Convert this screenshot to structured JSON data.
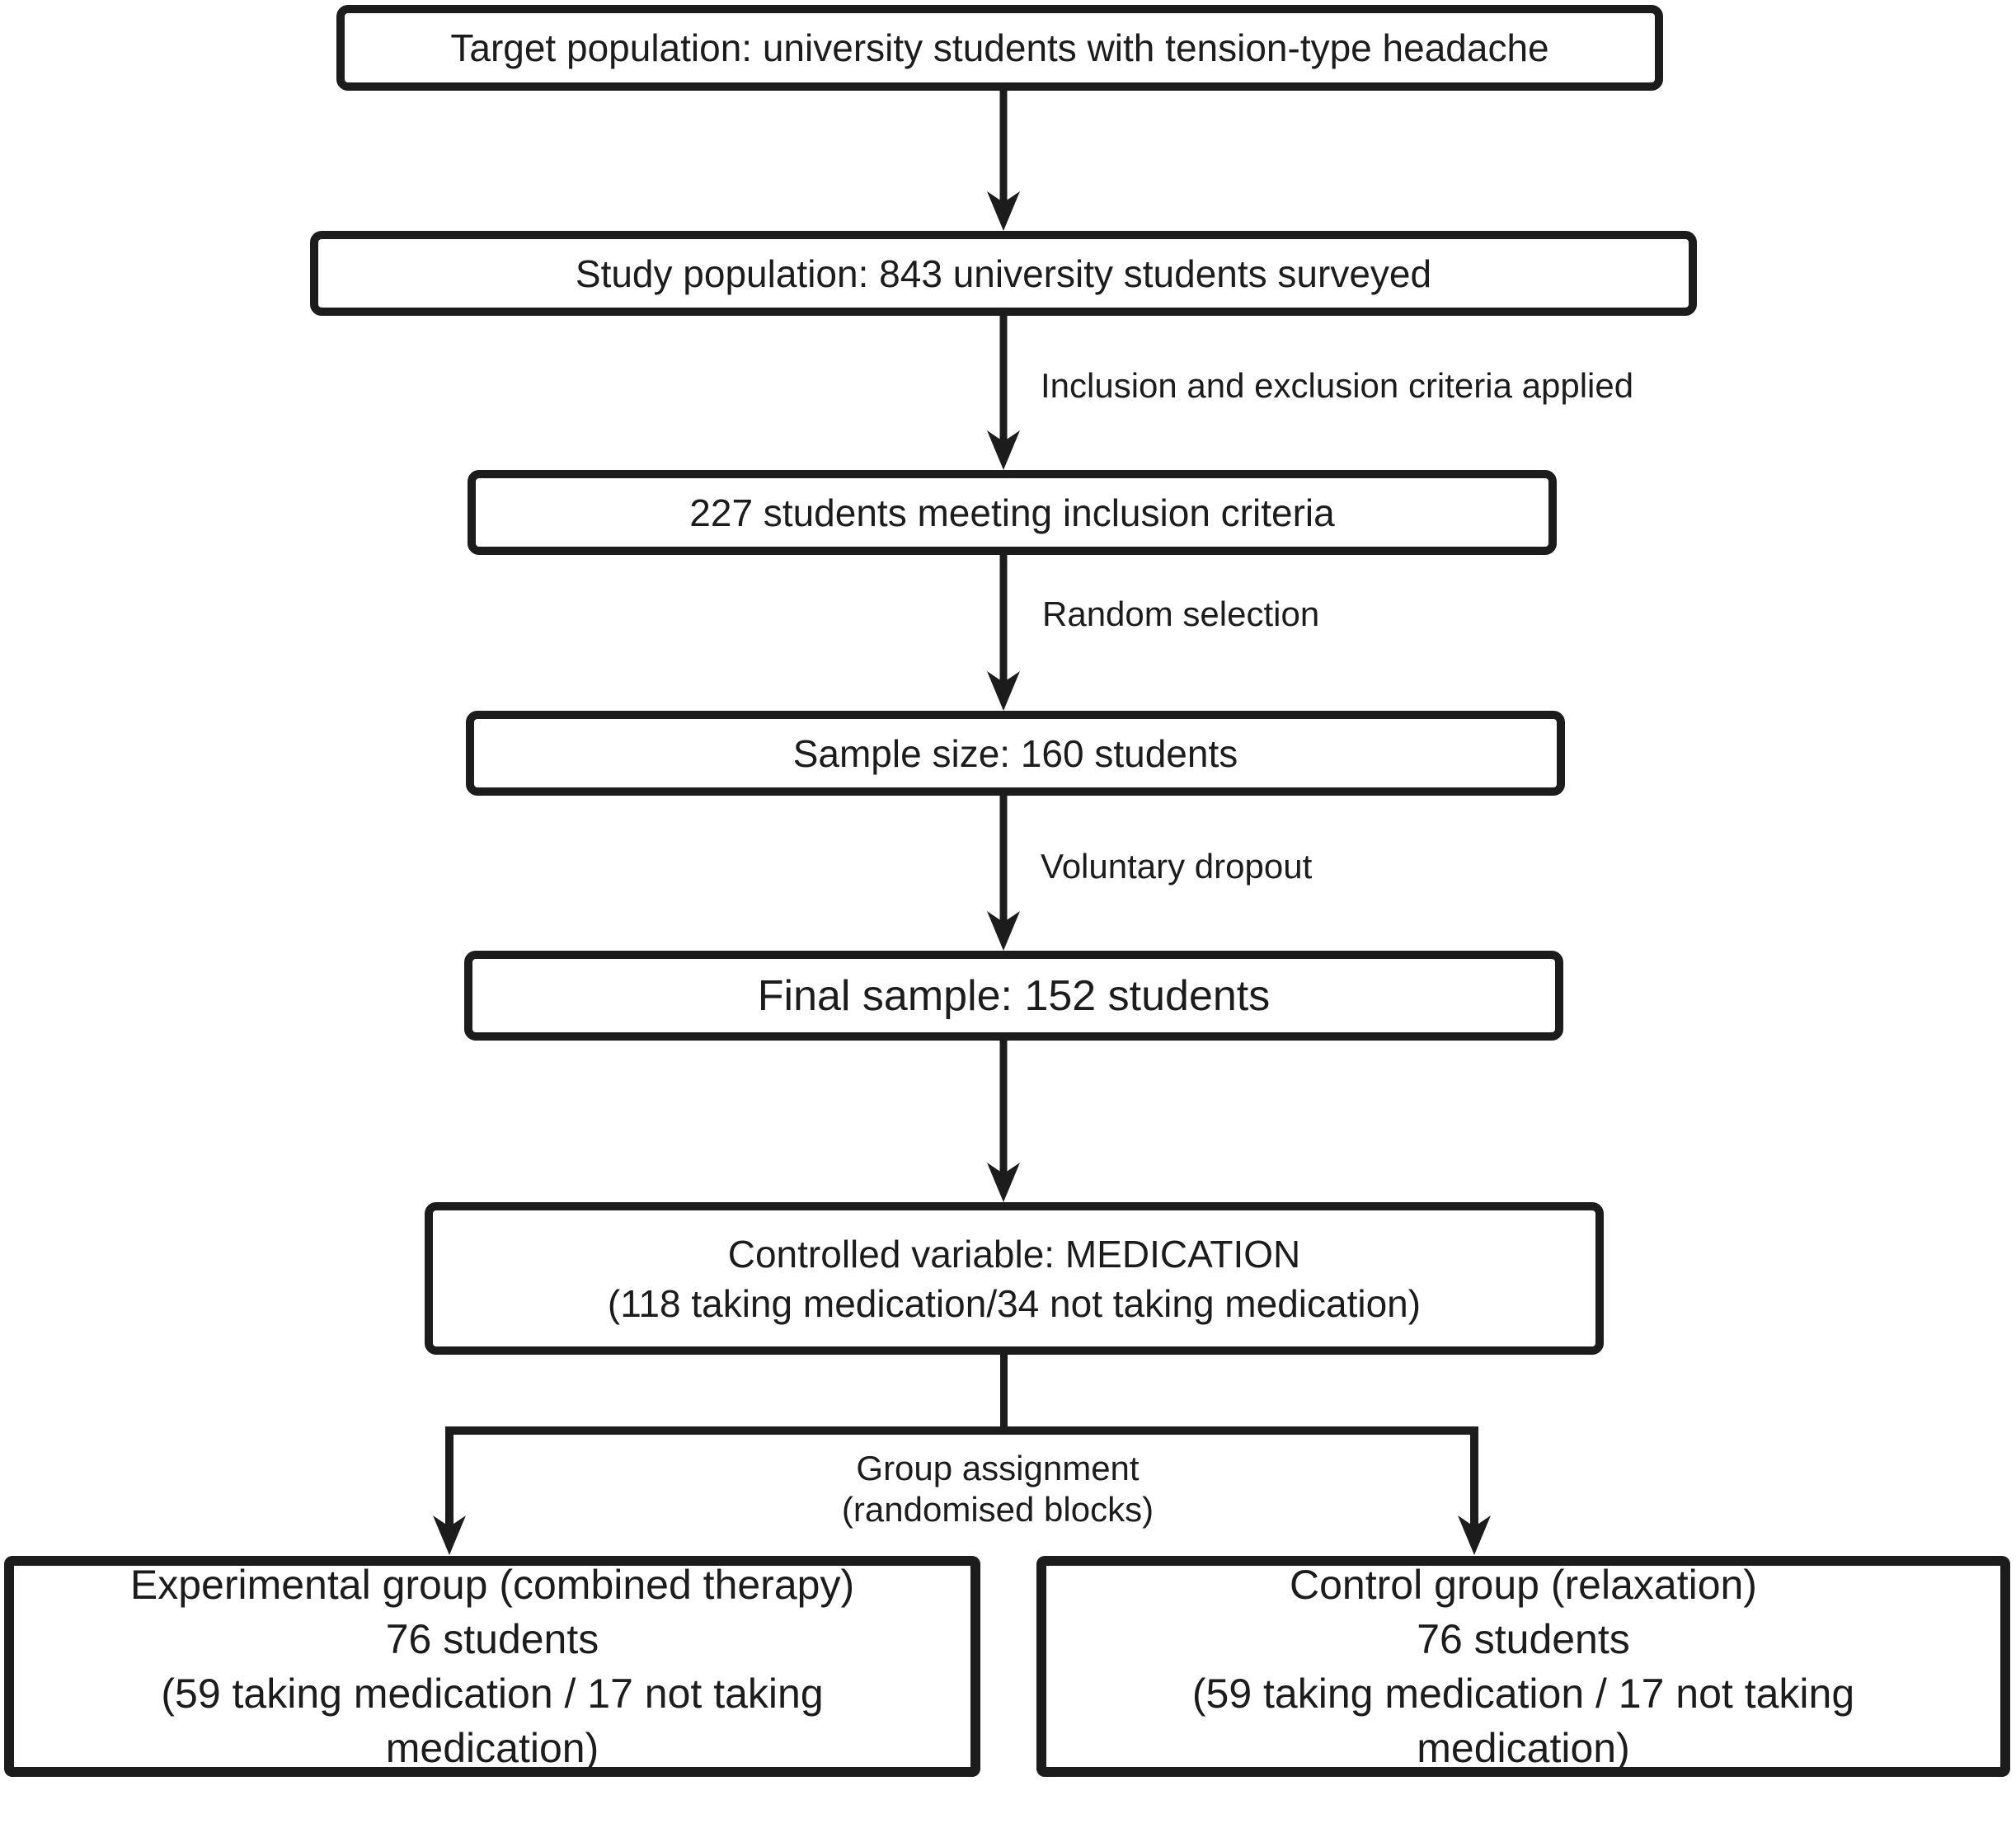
{
  "flowchart": {
    "description": "Study enrollment flow diagram",
    "nodes": [
      {
        "id": "target-population",
        "lines": [
          "Target population: university students with tension-type headache"
        ]
      },
      {
        "id": "study-population",
        "lines": [
          "Study population: 843 university students surveyed"
        ]
      },
      {
        "id": "meeting-inclusion",
        "lines": [
          "227 students meeting inclusion criteria"
        ]
      },
      {
        "id": "sample-size",
        "lines": [
          "Sample size: 160 students"
        ]
      },
      {
        "id": "final-sample",
        "lines": [
          "Final sample: 152 students"
        ]
      },
      {
        "id": "controlled-variable",
        "lines": [
          "Controlled variable: MEDICATION",
          "(118 taking medication/34 not taking medication)"
        ]
      },
      {
        "id": "experimental-group",
        "lines": [
          "Experimental group (combined therapy)",
          "76 students",
          "(59 taking medication / 17 not taking",
          "medication)"
        ]
      },
      {
        "id": "control-group",
        "lines": [
          "Control group (relaxation)",
          "76 students",
          "(59 taking medication / 17 not taking",
          "medication)"
        ]
      }
    ],
    "edge_labels": [
      {
        "id": "inclusion-exclusion",
        "text": "Inclusion and exclusion criteria applied"
      },
      {
        "id": "random-selection",
        "text": "Random selection"
      },
      {
        "id": "voluntary-dropout",
        "text": "Voluntary dropout"
      },
      {
        "id": "group-assignment",
        "lines": [
          "Group assignment",
          "(randomised blocks)"
        ]
      }
    ],
    "colors": {
      "ink": "#1c1c1c",
      "background": "#ffffff"
    }
  }
}
